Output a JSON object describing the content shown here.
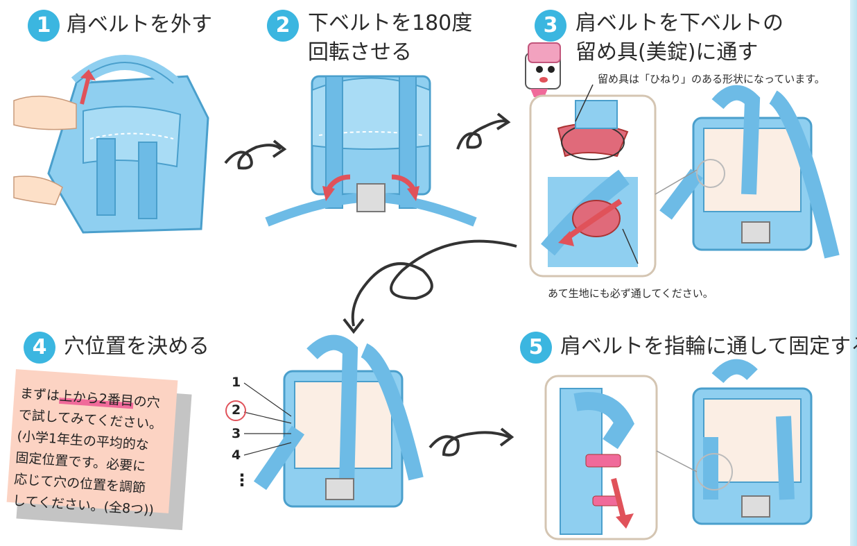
{
  "steps": [
    {
      "number": "1",
      "title": "肩ベルトを外す"
    },
    {
      "number": "2",
      "title_line1": "下ベルトを180度",
      "title_line2": "回転させる"
    },
    {
      "number": "3",
      "title_line1": "肩ベルトを下ベルトの",
      "title_line2": "留め具(美錠)に通す"
    },
    {
      "number": "4",
      "title": "穴位置を決める"
    },
    {
      "number": "5",
      "title": "肩ベルトを指輪に通して固定する"
    }
  ],
  "callouts": {
    "twist": "留め具は「ひねり」のある形状になっています。",
    "pad": "あて生地にも必ず通してください。"
  },
  "holes": [
    "1",
    "2",
    "3",
    "4",
    "⋮"
  ],
  "note": {
    "line1_pre": "まずは",
    "line1_hl": "上から2番目",
    "line1_post": "の穴",
    "line2": "で試してみてください。",
    "line3": "(小学1年生の平均的な",
    "line4": "固定位置です。必要に",
    "line5": "応じて穴の位置を調節",
    "line6": "してください。(全8つ))"
  },
  "colors": {
    "accent": "#3bb6e0",
    "bag": "#8fcff0",
    "bag_dark": "#4a9fcc",
    "arrow": "#e0525a",
    "note": "#fcd3c3",
    "frame": "#d4c5b2"
  }
}
